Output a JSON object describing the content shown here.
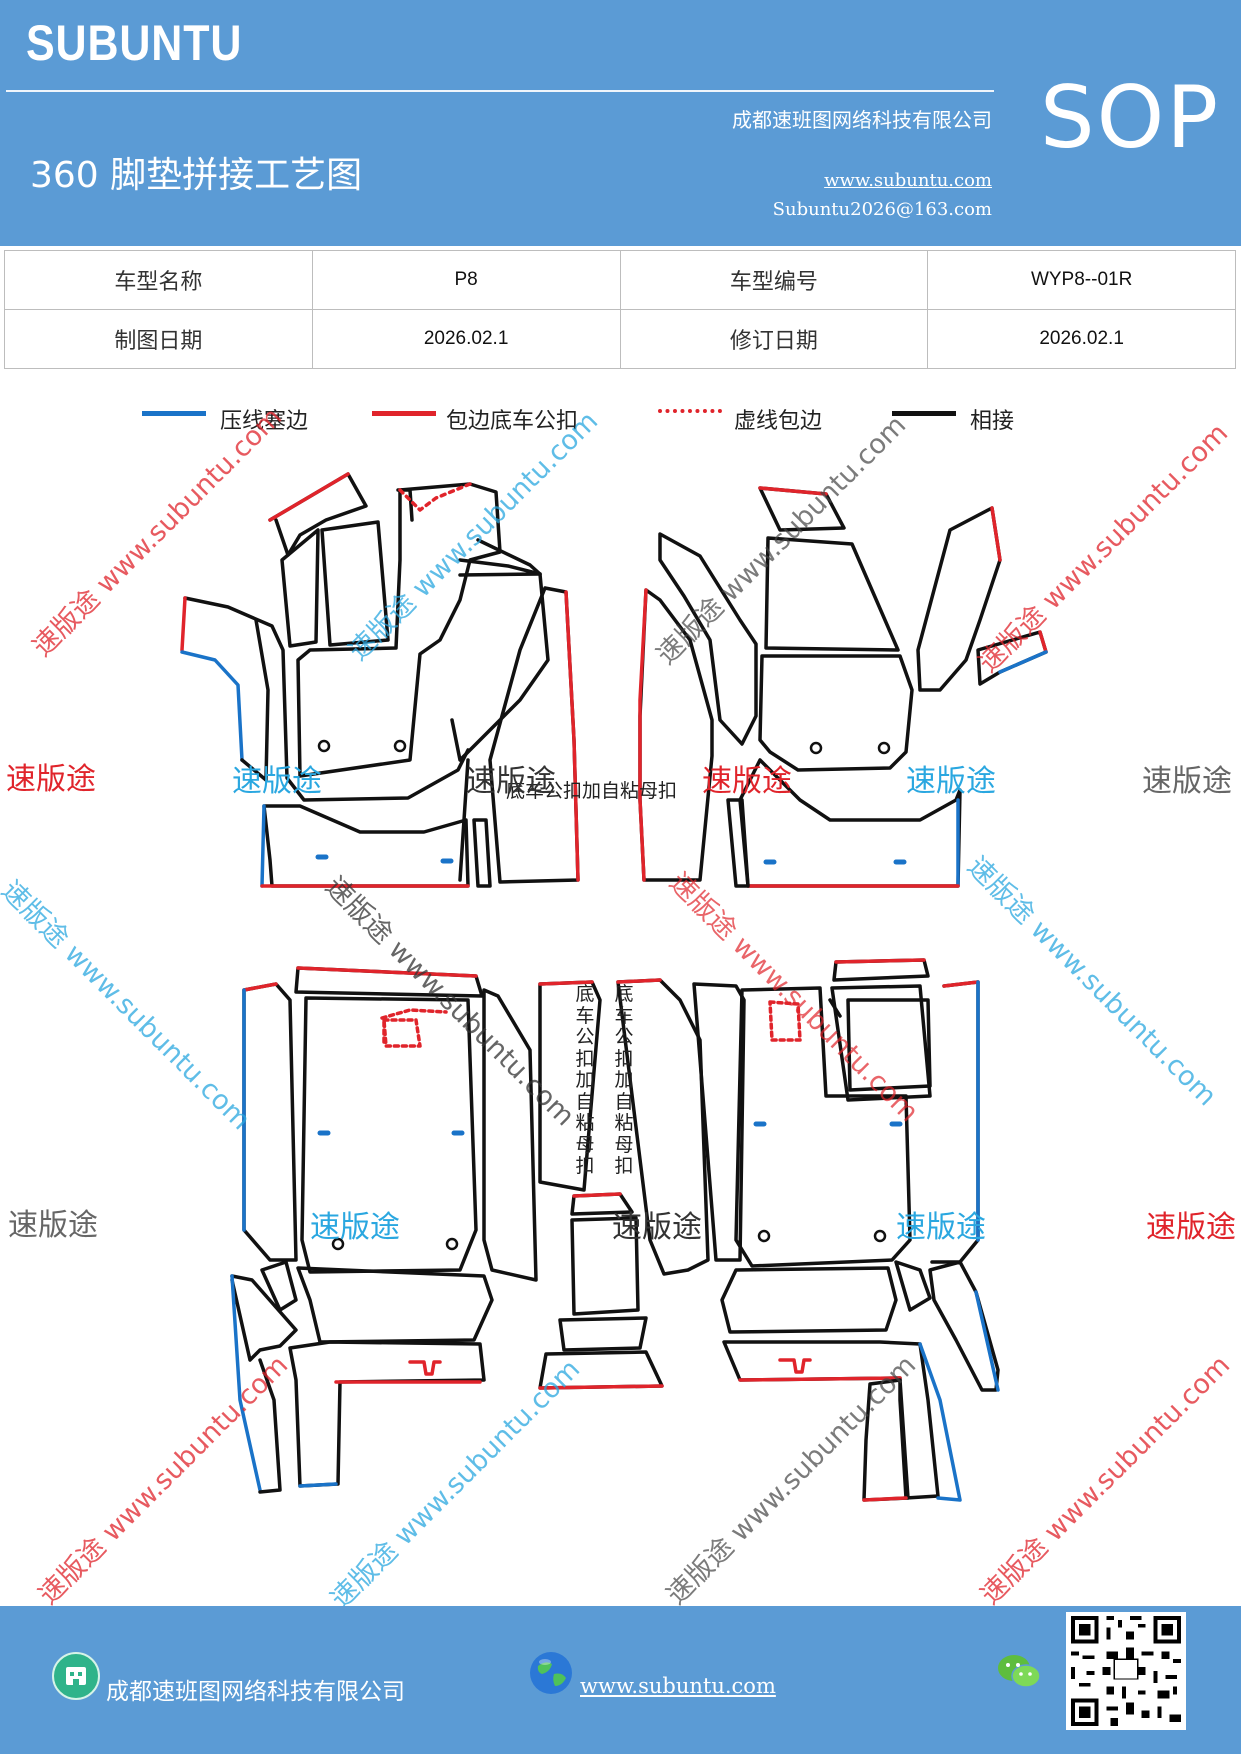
{
  "header": {
    "brand": "SUBUNTU",
    "title": "360 脚垫拼接工艺图",
    "company": "成都速班图网络科技有限公司",
    "website": "www.subuntu.com",
    "email": "Subuntu2026@163.com",
    "sop": "SOP"
  },
  "info_table": {
    "rows": [
      {
        "label1": "车型名称",
        "value1": "P8",
        "label2": "车型编号",
        "value2": "WYP8--01R"
      },
      {
        "label1": "制图日期",
        "value1": "2026.02.1",
        "label2": "修订日期",
        "value2": "2026.02.1"
      }
    ]
  },
  "legend": [
    {
      "label": "压线塞边",
      "color": "#1a73c8",
      "style": "solid"
    },
    {
      "label": "包边底车公扣",
      "color": "#e0242b",
      "style": "solid"
    },
    {
      "label": "虚线包边",
      "color": "#e0242b",
      "style": "dotted"
    },
    {
      "label": "相接",
      "color": "#111111",
      "style": "solid"
    }
  ],
  "diagram": {
    "note_front": "底车公扣加自粘母扣",
    "note_rear_left": "底车公扣加自粘母扣",
    "note_rear_right": "底车公扣加自粘母扣"
  },
  "watermark": {
    "brand": "速版途",
    "diagonal": "速版途 www.subuntu.com",
    "colors": {
      "red": "#e0242b",
      "blue": "#2aa7e0",
      "gray": "#666666"
    }
  },
  "footer": {
    "company": "成都速班图网络科技有限公司",
    "website": "www.subuntu.com"
  }
}
